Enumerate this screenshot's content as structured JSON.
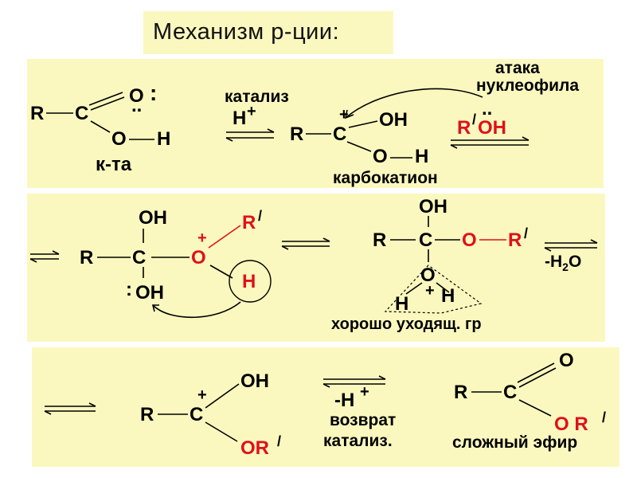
{
  "title": "Механизм р-ции:",
  "panel1": {
    "acid_R": "R",
    "acid_C": "C",
    "acid_O_top": "O",
    "acid_lone_pair_right": ":",
    "acid_lone_pair_below": "..",
    "acid_O_bottom": "O",
    "acid_H": "H",
    "acid_label": "к-та",
    "catalysis_label": "катализ",
    "catalyst": "H",
    "catalyst_charge": "+",
    "cation_R": "R",
    "cation_C": "C",
    "cation_charge": "+",
    "cation_OH": "OH",
    "cation_O": "O",
    "cation_H": "H",
    "cation_label": "карбокатион",
    "attack_label_line1": "атака",
    "attack_label_line2": "нуклеофила",
    "alcohol_R": "R",
    "alcohol_prime": "/",
    "alcohol_lone_pair": "..",
    "alcohol_OH": "OH"
  },
  "panel2": {
    "R": "R",
    "C": "C",
    "OH_top": "OH",
    "OH_bottom": "OH",
    "lone_pair": ":",
    "O_plus": "+",
    "O": "O",
    "R_prime": "R",
    "prime": "/",
    "H_circled": "H",
    "R2": "R",
    "C2": "C",
    "OH2": "OH",
    "O_ether": "O",
    "R2_prime": "R",
    "prime2": "/",
    "O_lower": "O",
    "H_left": "H",
    "H_plus": "+",
    "H_right": "H",
    "leaving_group_label": "хорошо уходящ. гр",
    "water_loss": "-H",
    "water_subscript": "2",
    "water_O": "O"
  },
  "panel3": {
    "R": "R",
    "C": "C",
    "cation_charge": "+",
    "OH": "OH",
    "OR": "OR",
    "prime": "/",
    "catalyst": "-H",
    "catalyst_charge": "+",
    "return_label_line1": "возврат",
    "return_label_line2": "катализ.",
    "ester_R": "R",
    "ester_C": "C",
    "ester_O": "O",
    "ester_OR": "O R",
    "ester_prime": "/",
    "ester_label": "сложный эфир"
  }
}
